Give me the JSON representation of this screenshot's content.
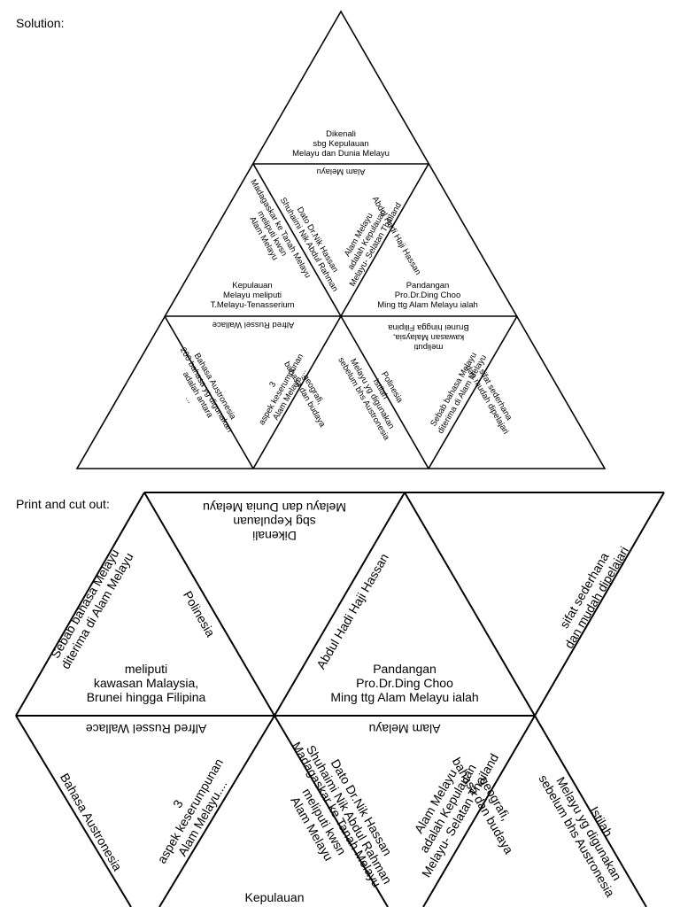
{
  "headings": {
    "solution": "Solution:",
    "print": "Print and cut out:"
  },
  "solution": {
    "top": [
      "Dikenali",
      "sbg Kepulauan",
      "Melayu dan Dunia Melayu"
    ],
    "alam_melayu": "Alam Melayu",
    "dato": [
      "Dato Dr.Nik Hassan",
      "Shuhaimi Nik Abdul Rahman"
    ],
    "madagaskar": [
      "Madagaskar ke Tanah Melayu",
      "meliputi kwsn",
      "Alam Melayu"
    ],
    "alam_melayu_adalah": [
      "Alam Melayu",
      "adalah Kepulauan",
      "Melayu- Selatan Thailand"
    ],
    "abdul_hadi": "Abdul Hadi Haji Hassan",
    "kepulauan": [
      "Kepulauan",
      "Melayu meliputi",
      "T.Melayu-Tenasserium"
    ],
    "pandangan": [
      "Pandangan",
      "Pro.Dr.Ding Choo",
      "Ming ttg Alam Melayu ialah"
    ],
    "alfred": "Alfred Russel Wallace",
    "meliputi": [
      "meliputi",
      "kawasan Malaysia,",
      "Brunei hingga Filipina"
    ],
    "bahasa_austronesia": "Bahasa Austronesia",
    "two_hundred": [
      "200 bahasa yg digunakan",
      "adalah antara",
      "..."
    ],
    "three_aspek": [
      "3",
      "aspek keserumpunan",
      "Alam Melayu...."
    ],
    "geografi": [
      "geografi,",
      "bahasa dan budaya"
    ],
    "istilah": [
      "Istilah",
      "Melayu yg digunakan",
      "sebelum bhs Austronesia"
    ],
    "polinesia": "Polinesia",
    "sebab": [
      "Sebab bahasa Melayu",
      "diterima di Alam Melayu"
    ],
    "sifat": [
      "sifat sederhana",
      "dan mudah dipelajari"
    ]
  },
  "cutout": {
    "dikenali": [
      "Dikenali",
      "sbg Kepulauan",
      "Melayu dan Dunia Melayu"
    ],
    "sebab": [
      "Sebab bahasa Melayu",
      "diterima di Alam Melayu"
    ],
    "polinesia": "Polinesia",
    "meliputi": [
      "meliputi",
      "kawasan Malaysia,",
      "Brunei hingga Filipina"
    ],
    "abdul_hadi": "Abdul Hadi Haji Hassan",
    "pandangan": [
      "Pandangan",
      "Pro.Dr.Ding Choo",
      "Ming ttg Alam Melayu ialah"
    ],
    "sifat": [
      "sifat sederhana",
      "dan mudah dipelajari"
    ],
    "alfred": "Alfred Russel Wallace",
    "bahasa_austronesia": "Bahasa Austronesia",
    "three_aspek": [
      "3",
      "aspek keserumpunan",
      "Alam Melayu...."
    ],
    "alam_melayu": "Alam Melayu",
    "dato": [
      "Dato Dr.Nik Hassan",
      "Shuhaimi Nik Abdul Rahman"
    ],
    "madagaskar": [
      "Madagaskar ke Tanah Melayu",
      "meliputi kwsn",
      "Alam Melayu"
    ],
    "kepulauan": "Kepulauan",
    "alam_melayu_adalah": [
      "Alam Melayu",
      "adalah Kepulauan",
      "Melayu- Selatan Thailand"
    ],
    "geografi": [
      "geografi,",
      "bahasa dan budaya"
    ],
    "istilah": [
      "Istilah",
      "Melayu yg digunakan",
      "sebelum bhs Austronesia"
    ]
  }
}
